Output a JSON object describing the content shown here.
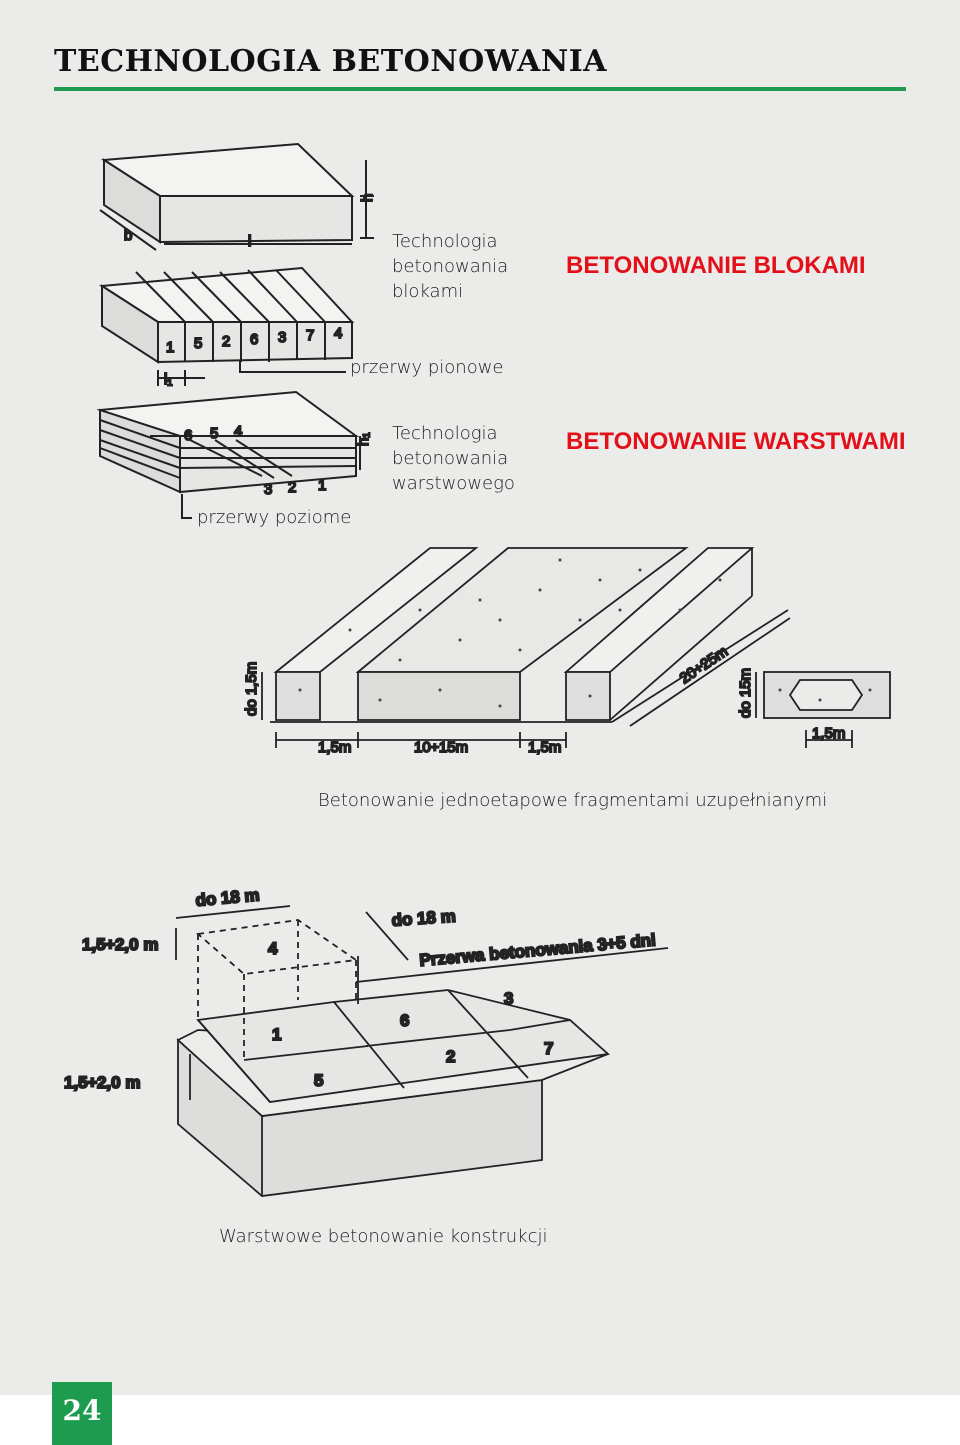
{
  "page_title": "TECHNOLOGIA BETONOWANIA",
  "blocks": {
    "caption_lines": [
      "Technologia",
      "betonowania",
      "blokami"
    ],
    "heading": "BETONOWANIE BLOKAMI",
    "vertical_joints": "przerwy pionowe",
    "dim_b": "b",
    "dim_l": "l",
    "dim_h": "h",
    "dim_l1": "l₁",
    "block_numbers": [
      "1",
      "5",
      "2",
      "6",
      "3",
      "7",
      "4"
    ]
  },
  "layers": {
    "caption_lines": [
      "Technologia",
      "betonowania",
      "warstwowego"
    ],
    "heading": "BETONOWANIE WARSTWAMI",
    "horizontal_joints": "przerwy poziome",
    "dim_h1": "h₁",
    "layer_numbers_top": [
      "6",
      "5",
      "4"
    ],
    "layer_numbers_bottom": [
      "3",
      "2",
      "1"
    ]
  },
  "strips": {
    "dims": {
      "depth": "do 1,5m",
      "side1": "1,5m",
      "mid": "10÷15m",
      "side2": "1,5m",
      "length": "20÷25m",
      "depth2": "do 15m",
      "section": "1,5m"
    },
    "caption": "Betonowanie jednoetapowe fragmentami uzupełnianymi"
  },
  "stepped": {
    "dims": {
      "width1": "do 18 m",
      "width2": "do 18 m",
      "height_top": "1,5÷2,0 m",
      "height_bottom": "1,5÷2,0 m"
    },
    "pause": "Przerwa betonowania 3÷5 dni",
    "segments": [
      "4",
      "1",
      "6",
      "3",
      "5",
      "2",
      "7"
    ],
    "caption": "Warstwowe betonowanie konstrukcji"
  },
  "page_number": "24",
  "colors": {
    "accent_green": "#1d9b4f",
    "heading_red": "#e3101a"
  }
}
